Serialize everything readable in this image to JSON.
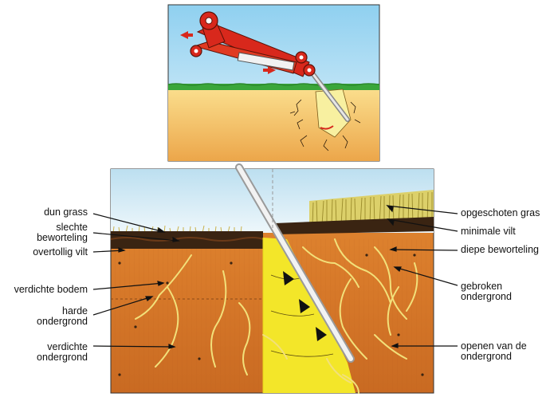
{
  "figure": {
    "left_labels": [
      {
        "id": "dun-grass",
        "text": "dun grass"
      },
      {
        "id": "slechte-beworteling",
        "text": "slechte\nbeworteling"
      },
      {
        "id": "overtollig-vilt",
        "text": "overtollig vilt"
      },
      {
        "id": "verdichte-bodem",
        "text": "verdichte bodem"
      },
      {
        "id": "harde-ondergrond",
        "text": "harde\nondergrond"
      },
      {
        "id": "verdichte-ondergrond",
        "text": "verdichte\nondergrond"
      }
    ],
    "right_labels": [
      {
        "id": "opgeschoten-gras",
        "text": "opgeschoten gras"
      },
      {
        "id": "minimale-vilt",
        "text": "minimale vilt"
      },
      {
        "id": "diepe-beworteling",
        "text": "diepe beworteling"
      },
      {
        "id": "gebroken-ondergrond",
        "text": "gebroken\nondergrond"
      },
      {
        "id": "openen-van-de-ondergrond",
        "text": "openen van de\nondergrond"
      }
    ],
    "colors": {
      "sky": "#cfe6f2",
      "grass": "#3aa63a",
      "soil_top": "#e9a13c",
      "soil_deep": "#d9752a",
      "machine_red": "#d8281c",
      "opened_soil": "#f3e629",
      "roots": "#f2e07a",
      "thatch": "#3a2412",
      "leader_line": "#111111"
    }
  }
}
